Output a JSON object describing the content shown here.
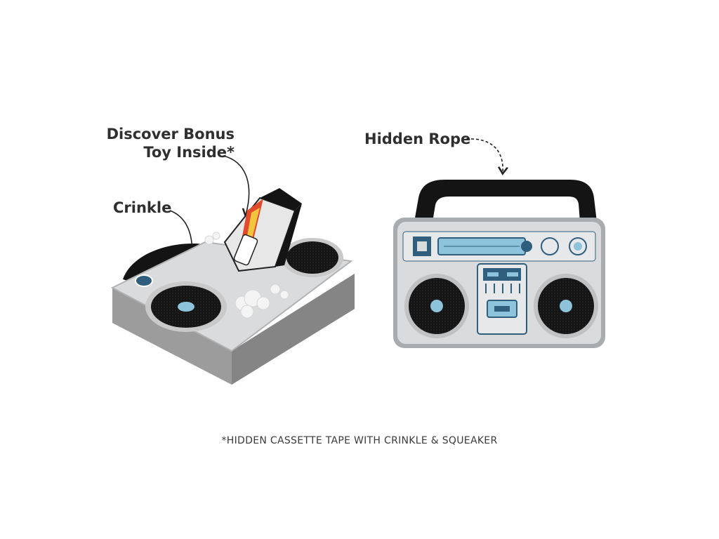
{
  "callouts": {
    "bonus_line1": "Discover Bonus",
    "bonus_line2": "Toy Inside*",
    "crinkle": "Crinkle",
    "rope": "Hidden Rope"
  },
  "footnote": "*HIDDEN CASSETTE TAPE WITH CRINKLE & SQUEAKER",
  "colors": {
    "plush_gray": "#8f8f8f",
    "panel_silver": "#d9dbdd",
    "speaker_black": "#141414",
    "accent_blue": "#2f5f7d",
    "light_blue": "#8ec3dc",
    "text_dark": "#2f2f2f"
  }
}
